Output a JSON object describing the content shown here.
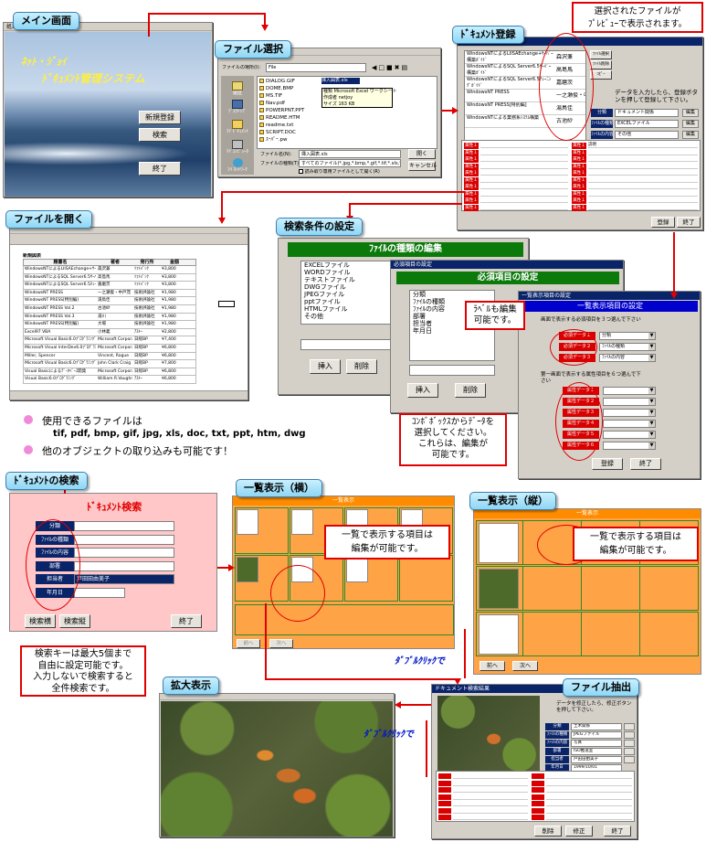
{
  "headers": {
    "main": "メイン画面",
    "file_select": "ファイル選択",
    "doc_register": "ﾄﾞｷｭﾒﾝﾄ登録",
    "file_open": "ファイルを開く",
    "search_cond": "検索条件の設定",
    "doc_search": "ﾄﾞｷｭﾒﾝﾄの検索",
    "list_h": "一覧表示（横）",
    "list_v": "一覧表示（縦）",
    "zoom": "拡大表示",
    "extract": "ファイル抽出"
  },
  "main_window": {
    "titlebar": "処理選択",
    "logo_line1": "ﾈｯﾄ・ｼﾞｮｲ",
    "logo_line2": "ﾄﾞｷｭﾒﾝﾄ管理システム",
    "new_button": "新規登録",
    "search_button": "検索",
    "exit_button": "終了"
  },
  "file_dialog": {
    "look_in_label": "ファイルの場所(I):",
    "look_in_value": "File",
    "places": [
      "履歴",
      "ﾃﾞｽｸﾄｯﾌﾟ",
      "ﾏｲ ﾄﾞｷｭﾒﾝﾄ",
      "ﾏｲ ｺﾝﾋﾟｭｰﾀ",
      "ﾏｲ ﾈｯﾄﾜｰｸ"
    ],
    "files": [
      "DIALOG.GIF",
      "DOME.BMP",
      "MS.TIF",
      "Nav.pdf",
      "POWERPNT.PPT",
      "README.HTM",
      "readme.txt",
      "SCRIPT.DOC",
      "ｽｰﾊﾟｰ.pw",
      "挿入図表.xls"
    ],
    "tooltip": "種類 Microsoft Excel ワークシート\n作成者 netjoy\nサイズ 163 KB",
    "filename_label": "ファイル名(N):",
    "filename_value": "挿入図表.xls",
    "filetype_label": "ファイルの種類(T):",
    "filetype_value": "すべてのファイル(*.jpg,*.bmp,*.gif,*.tif,*.xls,*.doc,*.txt,*.ppt,*.htm)",
    "readonly_label": "読み取り専用ファイルとして開く(R)",
    "open_button": "開く",
    "cancel_button": "キャンセル"
  },
  "doc_register": {
    "titlebar": "ドキュメント登録",
    "list_items": [
      "WindowsNTによるLIISAEchange+ｻｰﾊﾞｰ構築ｶﾞｲﾄﾞ",
      "WindowsNTによるSQL Server6.5ｻｰﾊﾞｰ構築ｶﾞｲﾄﾞ",
      "WindowsNTによるSQL Server6.5ﾁｭｰﾆﾝｸﾞｶﾞｲﾄﾞ",
      "WindowsNT PRESS",
      "WindowsNT PRESS[特別編]",
      "WindowsNTによる業務系ｼｽﾃﾑ構築"
    ],
    "authors": [
      "森沢兼",
      "高島馬",
      "嘉磨茨",
      "一之瀬俊・中戸",
      "湯鳥佳",
      "古池紗"
    ],
    "side_buttons": [
      "ﾌｧｲﾙ選択",
      "ﾌｧｲﾙ削除",
      "ｺﾋﾟｰ"
    ],
    "info_text": "データを入力したら、登録ボタンを押して登録して下さい。",
    "field_labels": [
      "分類",
      "ﾌｧｲﾙの種類",
      "ﾌｧｲﾙの内容",
      "部署",
      "担当者",
      "年月日"
    ],
    "field_values": [
      "ドキュメント関係",
      "EXCELファイル",
      "その他",
      "ISO推進室",
      "戸田田由美子",
      "1999/09/29"
    ],
    "edit_label": "編集",
    "attr_label": "属性１",
    "attr_value": "説明",
    "register_button": "登録",
    "exit_button": "終了"
  },
  "spreadsheet": {
    "title": "新規図表",
    "cols": [
      "題書名",
      "著者",
      "発行所",
      "金額"
    ],
    "rows": [
      [
        "WindowsNTによるLIISAEchange+ｻｰﾊﾞｰ構築ｶﾞｲﾄﾞ",
        "森沢兼",
        "ｿﾌﾄﾊﾞﾝｸ",
        "¥3,800"
      ],
      [
        "WindowsNTによるSQL Server6.5ｻｰﾊﾞｰ構築ｶﾞｲﾄﾞ",
        "高島馬",
        "ｿﾌﾄﾊﾞﾝｸ",
        "¥3,800"
      ],
      [
        "WindowsNTによるSQL Server6.5ﾁｭｰﾆﾝｸﾞｶﾞｲﾄﾞ",
        "嘉磨茨",
        "ｿﾌﾄﾊﾞﾝｸ",
        "¥3,800"
      ],
      [
        "WindowsNT PRESS",
        "一之瀬俊・中戸茂",
        "技術評論社",
        "¥1,980"
      ],
      [
        "WindowsNT PRESS[特別編]",
        "湯鳥佳",
        "技術評論社",
        "¥1,980"
      ],
      [
        "WindowsNT PRESS Vol.2",
        "古池紗",
        "技術評論社",
        "¥1,980"
      ],
      [
        "WindowsNT PRESS Vol.3",
        "湯川",
        "技術評論社",
        "¥1,980"
      ],
      [
        "WindowsNT PRESS[特別編]",
        "大場",
        "技術評論社",
        "¥1,980"
      ],
      [
        "Excel97 VBA",
        "小林義",
        "ｱｽｷｰ",
        "¥2,800"
      ],
      [
        "Microsoft Visual Basic6.0ﾌﾟﾛｸﾞﾗﾐﾝｸﾞ",
        "Microsoft Corporation",
        "日経BP",
        "¥7,400"
      ],
      [
        "Microsoft Visual InterDev6.0ﾌﾟﾛｸﾞﾗﾐﾝｸﾞ",
        "Microsoft Corporation",
        "日経BP",
        "¥6,800"
      ],
      [
        "Miller, Spencer",
        "Vincent, Rogue",
        "日経BP",
        "¥6,800"
      ],
      [
        "Microsoft Visual Basic6.0ﾌﾟﾛｸﾞﾗﾐﾝｸﾞ",
        "John Clark Craig",
        "日経BP",
        "¥7,800"
      ],
      [
        "Visual Basicによるﾃﾞｰﾀﾍﾞｰｽ開発",
        "Microsoft Corporation",
        "日経BP",
        "¥6,800"
      ],
      [
        "Visual Basic6.0ﾌﾟﾛｸﾞﾗﾐﾝｸﾞ",
        "William R.Vaughn",
        "ｱｽｷｰ",
        "¥6,800"
      ]
    ]
  },
  "type_edit": {
    "banner": "ﾌｧｲﾙの種類の編集",
    "items": [
      "EXCELファイル",
      "WORDファイル",
      "テキストファイル",
      "DWGファイル",
      "JPEGファイル",
      "pptファイル",
      "HTMLファイル",
      "その他"
    ],
    "insert_button": "挿入",
    "delete_button": "削除"
  },
  "required": {
    "titlebar": "必須項目の設定",
    "banner": "必須項目の設定",
    "items": [
      "分類",
      "ﾌｧｲﾙの種類",
      "ﾌｧｲﾙの内容",
      "部署",
      "担当者",
      "年月日"
    ],
    "insert_button": "挿入",
    "delete_button": "削除"
  },
  "list_settings": {
    "titlebar": "一覧表示項目の設定",
    "banner": "一覧表示項目の設定",
    "section1": "画面で表示する必須項目を３つ選んで下さい",
    "must_labels": [
      "必須データ１",
      "必須データ２",
      "必須データ３"
    ],
    "must_values": [
      "分類",
      "ﾌｧｲﾙの種類",
      "ﾌｧｲﾙの内容"
    ],
    "section2": "第一画面で表示する属性項目を６つ選んで下さい",
    "attr_labels": [
      "属性データ１",
      "属性データ２",
      "属性データ３",
      "属性データ４",
      "属性データ５",
      "属性データ６"
    ],
    "register_button": "登録",
    "exit_button": "終了"
  },
  "search_window": {
    "title": "ﾄﾞｷｭﾒﾝﾄ検索",
    "labels": [
      "分類",
      "ﾌｧｲﾙの種類",
      "ﾌｧｲﾙの内容",
      "部署",
      "担当者",
      "年月日"
    ],
    "person_value": "戸田田由美子",
    "search_h_button": "検索横",
    "search_v_button": "検索縦",
    "exit_button": "終了"
  },
  "list_h": {
    "banner": "一覧表示",
    "prev_button": "前へ",
    "next_button": "次へ"
  },
  "list_v": {
    "banner": "一覧表示",
    "prev_button": "前へ",
    "next_button": "次へ"
  },
  "extract": {
    "titlebar": "ドキュメント検索結果",
    "info_text": "データを修正したら、修正ボタンを押して下さい。",
    "field_labels": [
      "分類",
      "ﾌｧｲﾙの種類",
      "ﾌｧｲﾙの内容",
      "部署",
      "担当者",
      "年月日"
    ],
    "field_values": [
      "土木関係",
      "JPEGファイル",
      "写真",
      "ISO推進室",
      "戸田田由美子",
      "1999/10/01"
    ],
    "delete_button": "削除",
    "modify_button": "修正",
    "exit_button": "終了"
  },
  "callouts": {
    "preview": "選択されたファイルが\nﾌﾟﾚﾋﾞｭｰで表示されます。",
    "label_edit": "ﾗﾍﾞﾙも編集\n可能です。",
    "combo": "ｺﾝﾎﾞﾎﾞｯｸｽからﾃﾞｰﾀを\n選択してください。\nこれらは、編集が\n可能です。",
    "list_h_edit": "一覧で表示する項目は\n編集が可能です。",
    "list_v_edit": "一覧で表示する項目は\n編集が可能です。",
    "search_key": "検索キーは最大5個まで\n自由に設定可能です。\n入力しないで検索すると\n全件検索です。"
  },
  "notes": {
    "bullet1": "使用できるファイルは",
    "formats": "tif, pdf, bmp, gif, jpg, xls, doc, txt, ppt, htm, dwg",
    "bullet2": "他のオブジェクトの取り込みも可能です！"
  },
  "dblclick1": "ﾀﾞﾌﾞﾙｸﾘｯｸで",
  "dblclick2": "ﾀﾞﾌﾞﾙｸﾘｯｸで",
  "colors": {
    "accent_red": "#e00000",
    "header_blue": "#8ed6f4",
    "navy": "#0a246a",
    "orange": "#ff8c00",
    "green": "#0b7a0b"
  }
}
